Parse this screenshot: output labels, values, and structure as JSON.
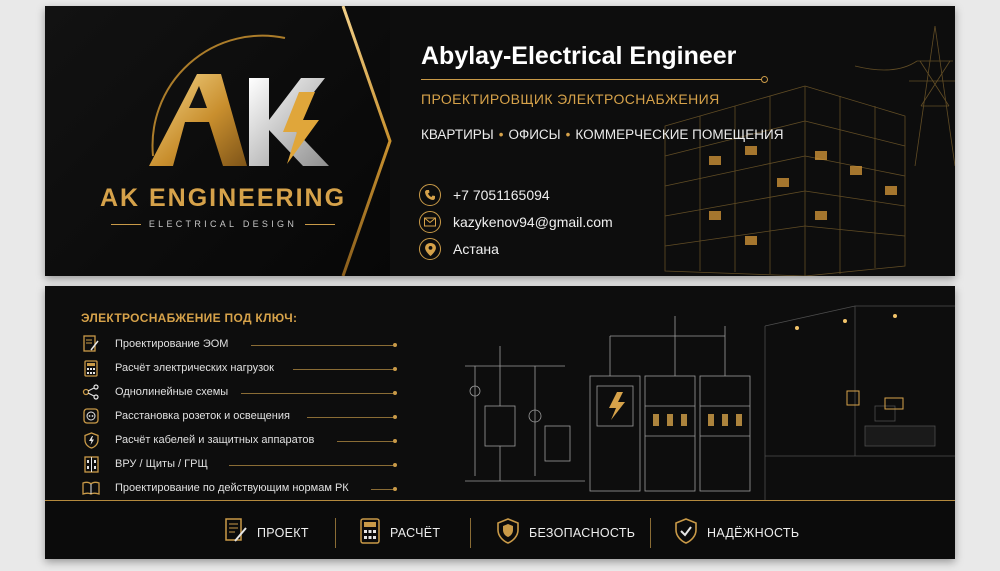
{
  "brand": {
    "monogram": "AK",
    "name": "AK ENGINEERING",
    "tagline": "ELECTRICAL DESIGN"
  },
  "front": {
    "title": "Abylay-Electrical Engineer",
    "subtitle": "ПРОЕКТИРОВЩИК ЭЛЕКТРОСНАБЖЕНИЯ",
    "services": [
      "КВАРТИРЫ",
      "ОФИСЫ",
      "КОММЕРЧЕСКИЕ ПОМЕЩЕНИЯ"
    ],
    "separator": "•",
    "contacts": {
      "phone": "+7 7051165094",
      "email": "kazykenov94@gmail.com",
      "city": "Астана"
    }
  },
  "back": {
    "section_title": "ЭЛЕКТРОСНАБЖЕНИЕ ПОД КЛЮЧ:",
    "items": [
      {
        "label": "Проектирование ЭОМ",
        "icon": "document-pencil-icon"
      },
      {
        "label": "Расчёт электрических нагрузок",
        "icon": "calculator-icon"
      },
      {
        "label": "Однолинейные схемы",
        "icon": "schematic-icon"
      },
      {
        "label": "Расстановка розеток и освещения",
        "icon": "socket-icon"
      },
      {
        "label": "Расчёт кабелей и защитных аппаратов",
        "icon": "shield-bolt-icon"
      },
      {
        "label": "ВРУ / Щиты / ГРЩ",
        "icon": "panel-icon"
      },
      {
        "label": "Проектирование по действующим нормам РК",
        "icon": "book-icon"
      }
    ],
    "features": [
      {
        "label": "ПРОЕКТ",
        "icon": "document-pencil-icon"
      },
      {
        "label": "РАСЧЁТ",
        "icon": "calculator-icon"
      },
      {
        "label": "БЕЗОПАСНОСТЬ",
        "icon": "shield-icon"
      },
      {
        "label": "НАДЁЖНОСТЬ",
        "icon": "shield-check-icon"
      }
    ]
  },
  "colors": {
    "gold": "#d6a24a",
    "background": "#0d0d0d",
    "text": "#ffffff"
  }
}
